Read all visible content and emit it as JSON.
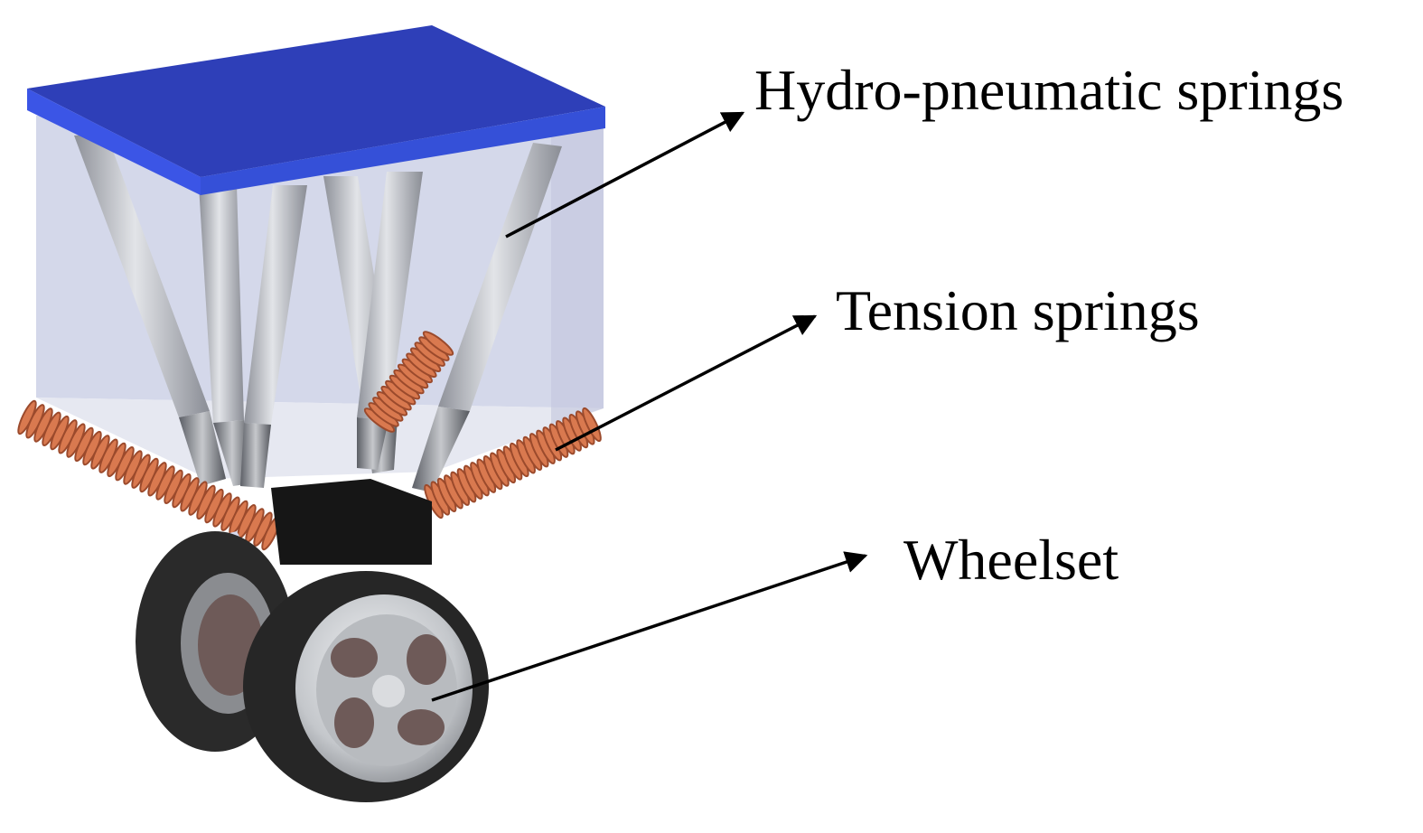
{
  "labels": {
    "hydro": "Hydro-pneumatic springs",
    "tension": "Tension springs",
    "wheelset": "Wheelset"
  },
  "colors": {
    "top_plate": "#2e3fb8",
    "top_plate_edge": "#3b55e6",
    "box": "#cdd1e6",
    "box_floor": "#dfe2ef",
    "strut": "#a9acb4",
    "strut_light": "#d6d8dd",
    "spring": "#d9794f",
    "spring_dark": "#9b4a2c",
    "tire": "#2a2a2a",
    "rim": "#c9cbce",
    "hub_block": "#161616",
    "arrow": "#000000"
  }
}
